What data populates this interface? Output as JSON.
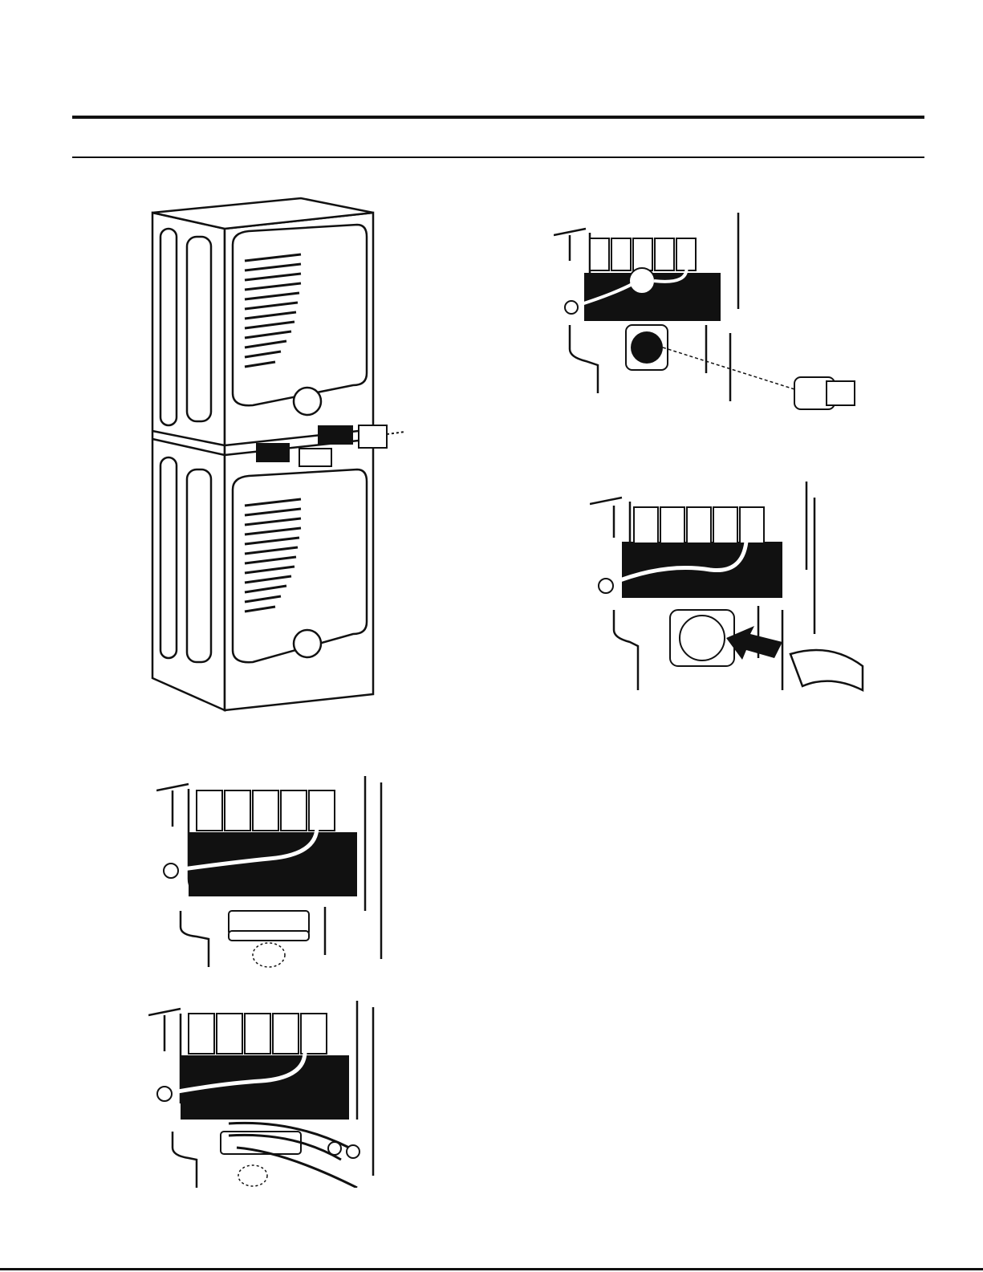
{
  "page": {
    "header_rules": [
      "thick",
      "thin"
    ]
  },
  "figures": [
    {
      "id": "stack",
      "icon": "stacked-washer-dryer-illustration"
    },
    {
      "id": "top-right",
      "icon": "terminal-block-with-strain-relief-illustration"
    },
    {
      "id": "mid-right",
      "icon": "conduit-insertion-illustration"
    },
    {
      "id": "left-3",
      "icon": "terminal-block-with-clamp-illustration"
    },
    {
      "id": "left-4",
      "icon": "terminal-block-with-cord-illustration"
    }
  ],
  "colors": {
    "ink": "#111111",
    "paper": "#ffffff"
  }
}
